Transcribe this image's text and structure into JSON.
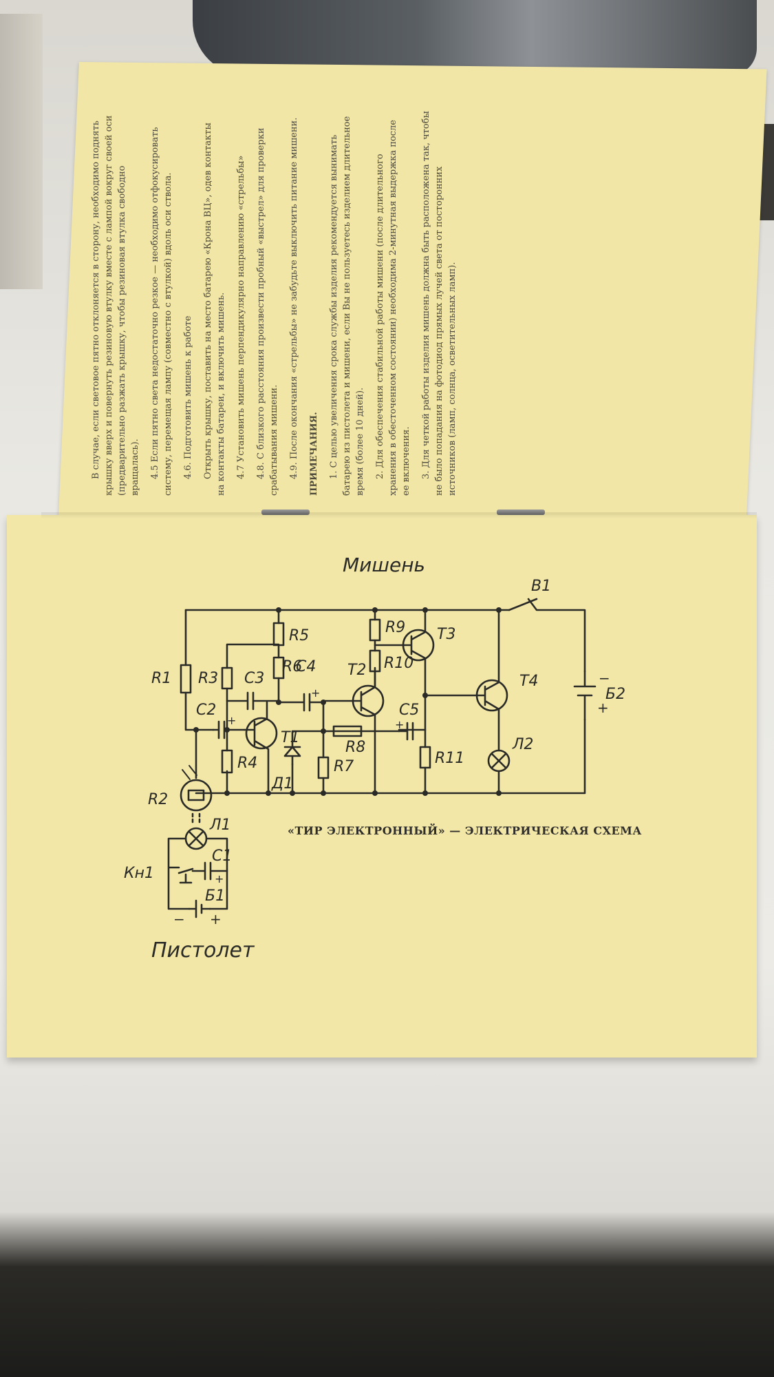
{
  "top_page": {
    "paragraphs": [
      "В случае, если световое пятно отклоняется в сторону, необходимо поднять крышку вверх и повернуть резиновую втулку вместе с лампой вокруг своей оси (предварительно разжать крышку, чтобы резиновая втулка свободно вращалась).",
      "4.5 Если пятно света недостаточно резкое — необходимо отфокусировать систему, перемещая лампу (совместно с втулкой) вдоль оси ствола.",
      "4.6. Подготовить мишень к работе",
      "Открыть крышку, поставить на место батарею «Крона ВЦ», одев контакты на контакты батареи, и включить мишень.",
      "4.7 Установить мишень перпендикулярно направлению «стрельбы»",
      "4.8. С близкого расстояния произвести пробный «выстрел» для проверки срабатывания мишени.",
      "4.9. После окончания «стрельбы» не забудьте выключить питание мишени."
    ],
    "notes_title": "ПРИМЕЧАНИЯ.",
    "notes": [
      "1. С целью увеличения срока службы изделия рекомендуется вынимать батарею из пистолета и мишени, если Вы не пользуетесь изделием длительное время (более 10 дней).",
      "2. Для обеспечения стабильной работы мишени (после длительного хранения в обесточенном состоянии) необходима 2-минутная выдержка после ее включения.",
      "3. Для четкой работы изделия мишень должна быть расположена так, чтобы не было попадания на фотодиод прямых лучей света от посторонних источников (ламп, солнца, осветительных ламп)."
    ]
  },
  "schematic": {
    "title_target": "Мишень",
    "title_pistol": "Пистолет",
    "labels": {
      "R1": "R1",
      "R2": "R2",
      "R3": "R3",
      "R4": "R4",
      "R5": "R5",
      "R6": "R6",
      "R7": "R7",
      "R8": "R8",
      "R9": "R9",
      "R10": "R10",
      "R11": "R11",
      "C1": "C1",
      "C2": "C2",
      "C3": "C3",
      "C4": "C4",
      "C5": "C5",
      "T1": "T1",
      "T2": "T2",
      "T3": "T3",
      "T4": "T4",
      "D1": "Д1",
      "L1": "Л1",
      "L2": "Л2",
      "B1": "Б1",
      "B2": "Б2",
      "V1": "В1",
      "Kn1": "Кн1",
      "plus": "+",
      "minus": "−"
    },
    "caption": "«ТИР ЭЛЕКТРОННЫЙ» — ЭЛЕКТРИЧЕСКАЯ СХЕМА"
  }
}
